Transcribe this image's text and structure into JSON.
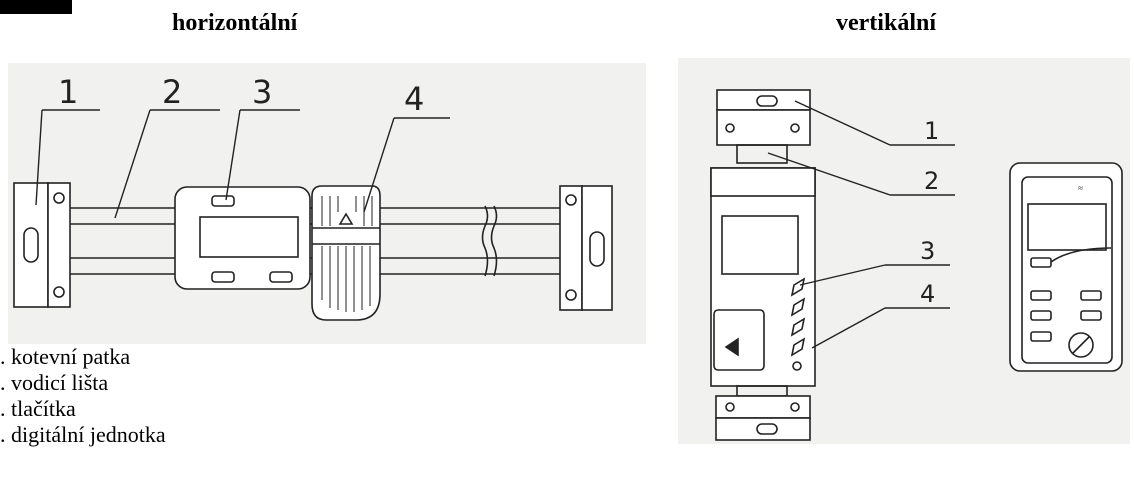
{
  "headings": {
    "horizontal": "horizontální",
    "vertical": "vertikální"
  },
  "horizontal_callouts": [
    "1",
    "2",
    "3",
    "4"
  ],
  "vertical_callouts": [
    "1",
    "2",
    "3",
    "4"
  ],
  "legend": [
    ". kotevní patka",
    ". vodicí lišta",
    ". tlačítka",
    ". digitální jednotka"
  ]
}
